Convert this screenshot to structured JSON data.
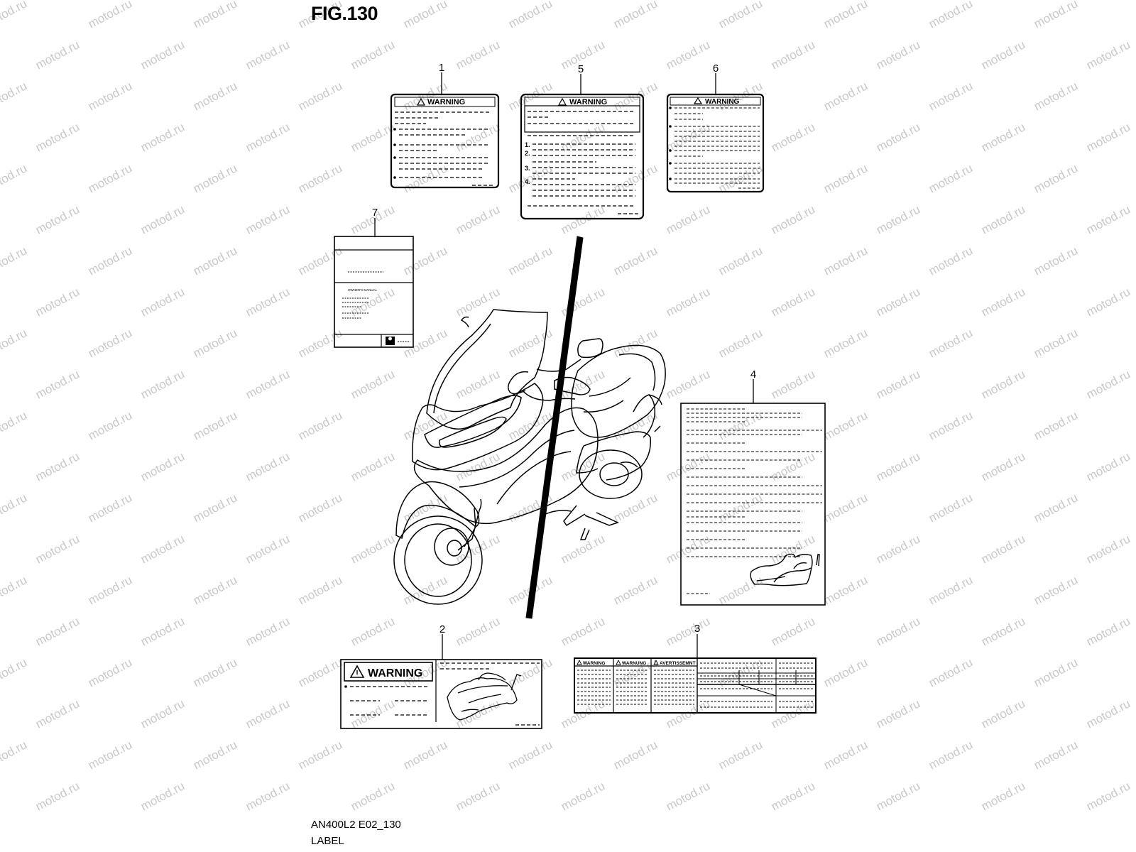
{
  "figure": {
    "title": "FIG.130",
    "model_code": "AN400L2 E02_130",
    "section_name": "LABEL"
  },
  "watermark": {
    "text": "motod.ru"
  },
  "callouts": [
    {
      "id": "1",
      "label": "1"
    },
    {
      "id": "2",
      "label": "2"
    },
    {
      "id": "3",
      "label": "3"
    },
    {
      "id": "4",
      "label": "4"
    },
    {
      "id": "5",
      "label": "5"
    },
    {
      "id": "6",
      "label": "6"
    },
    {
      "id": "7",
      "label": "7"
    }
  ],
  "labels": {
    "warning_1": {
      "heading": "WARNING",
      "bullets": [
        "1.",
        "2.",
        "3.",
        "4."
      ]
    },
    "warning_5": {
      "heading": "WARNING"
    },
    "warning_6": {
      "heading": "WARNING"
    },
    "warning_2": {
      "heading": "WARNING"
    },
    "multi_3": {
      "headings": [
        "WARNING",
        "WARNUNG",
        "AVERTISSEMNT"
      ]
    },
    "owner_7": {
      "manual_text": "OWNER'S MANUAL"
    }
  },
  "colors": {
    "line": "#000000",
    "watermark": "#c8c8c8",
    "background": "#ffffff"
  }
}
